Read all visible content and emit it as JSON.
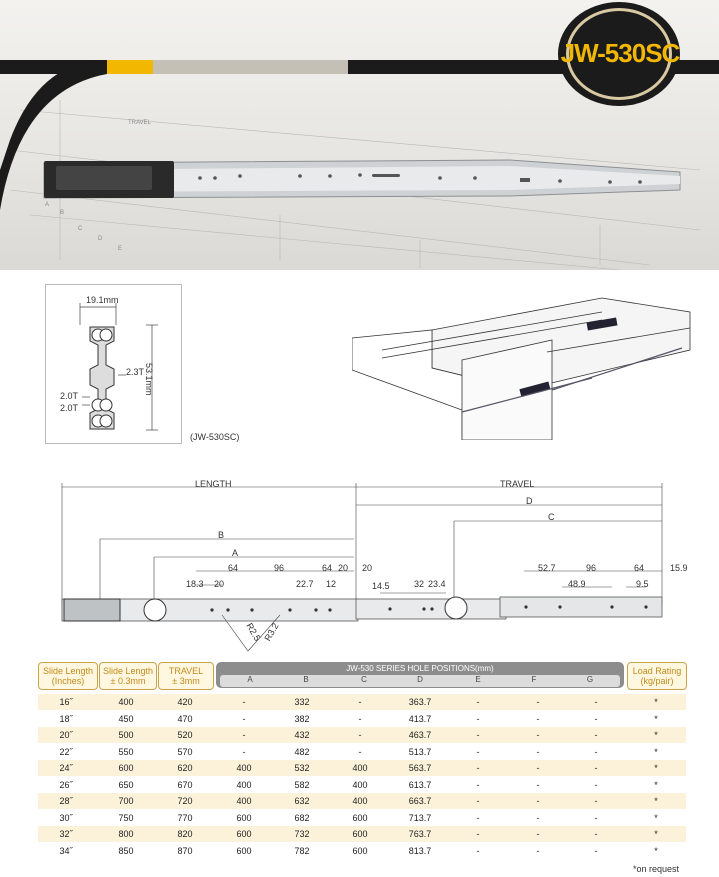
{
  "badge": {
    "model": "JW-530SC"
  },
  "hero": {
    "travel_label": "TRAVEL",
    "dim_labels": [
      "A",
      "B",
      "C",
      "D",
      "E"
    ]
  },
  "profile": {
    "width": "19.1mm",
    "height": "53.1mm",
    "thickness_center": "2.3T",
    "thickness_a": "2.0T",
    "thickness_b": "2.0T",
    "caption": "(JW-530SC)"
  },
  "drawing": {
    "length_label": "LENGTH",
    "travel_label": "TRAVEL",
    "dim_b": "B",
    "dim_a": "A",
    "dim_d": "D",
    "dim_c": "C",
    "left_dims": [
      "64",
      "96",
      "64",
      "20",
      "18.3",
      "20",
      "22.7",
      "12"
    ],
    "mid_dims": [
      "14.5",
      "32",
      "23.4"
    ],
    "right_dims": [
      "52.7",
      "96",
      "64",
      "15.9",
      "48.9",
      "9.5"
    ],
    "radius_a": "R2.5",
    "radius_b": "R3.2",
    "top_20": "20"
  },
  "table": {
    "headers": {
      "slide_inches": [
        "Slide Length",
        "(Inches)"
      ],
      "slide_mm": [
        "Slide Length",
        "± 0.3mm"
      ],
      "travel": [
        "TRAVEL",
        "± 3mm"
      ],
      "holes_title": "JW-530 SERIES HOLE POSITIONS(mm)",
      "holes": [
        "A",
        "B",
        "C",
        "D",
        "E",
        "F",
        "G"
      ],
      "load": [
        "Load Rating",
        "(kg/pair)"
      ]
    },
    "rows": [
      [
        "16˝",
        "400",
        "420",
        "-",
        "332",
        "-",
        "363.7",
        "-",
        "-",
        "-",
        "*"
      ],
      [
        "18˝",
        "450",
        "470",
        "-",
        "382",
        "-",
        "413.7",
        "-",
        "-",
        "-",
        "*"
      ],
      [
        "20˝",
        "500",
        "520",
        "-",
        "432",
        "-",
        "463.7",
        "-",
        "-",
        "-",
        "*"
      ],
      [
        "22˝",
        "550",
        "570",
        "-",
        "482",
        "-",
        "513.7",
        "-",
        "-",
        "-",
        "*"
      ],
      [
        "24˝",
        "600",
        "620",
        "400",
        "532",
        "400",
        "563.7",
        "-",
        "-",
        "-",
        "*"
      ],
      [
        "26˝",
        "650",
        "670",
        "400",
        "582",
        "400",
        "613.7",
        "-",
        "-",
        "-",
        "*"
      ],
      [
        "28˝",
        "700",
        "720",
        "400",
        "632",
        "400",
        "663.7",
        "-",
        "-",
        "-",
        "*"
      ],
      [
        "30˝",
        "750",
        "770",
        "600",
        "682",
        "600",
        "713.7",
        "-",
        "-",
        "-",
        "*"
      ],
      [
        "32˝",
        "800",
        "820",
        "600",
        "732",
        "600",
        "763.7",
        "-",
        "-",
        "-",
        "*"
      ],
      [
        "34˝",
        "850",
        "870",
        "600",
        "782",
        "600",
        "813.7",
        "-",
        "-",
        "-",
        "*"
      ]
    ],
    "note": "*on request"
  },
  "colors": {
    "accent": "#f2b700",
    "dark": "#1b1b1b",
    "row_alt": "#fbf2d9",
    "head_gray": "#8d8d8d"
  }
}
